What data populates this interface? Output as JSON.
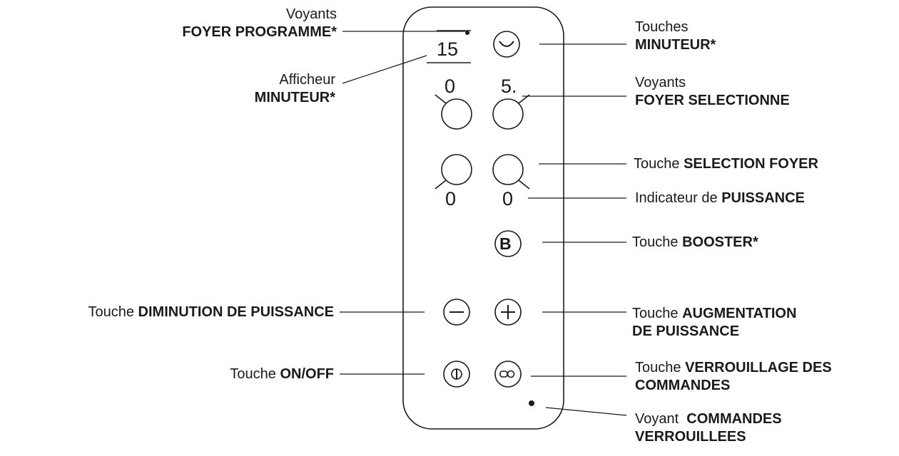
{
  "labels": {
    "foyer_programme_line1": "Voyants",
    "foyer_programme_line2": "FOYER PROGRAMME*",
    "afficheur_line1": "Afficheur",
    "afficheur_line2": "MINUTEUR*",
    "touches_minuteur_line1": "Touches",
    "touches_minuteur_line2": "MINUTEUR*",
    "foyer_selectionne_line1": "Voyants",
    "foyer_selectionne_line2": "FOYER SELECTIONNE",
    "selection_foyer_prefix": "Touche ",
    "selection_foyer_bold": "SELECTION FOYER",
    "puissance_prefix": "Indicateur de ",
    "puissance_bold": "PUISSANCE",
    "booster_prefix": "Touche ",
    "booster_bold": "BOOSTER*",
    "diminution_prefix": "Touche ",
    "diminution_bold": "DIMINUTION DE PUISSANCE",
    "augmentation_prefix": "Touche ",
    "augmentation_bold_line1": "AUGMENTATION",
    "augmentation_bold_line2": "DE PUISSANCE",
    "onoff_prefix": "Touche ",
    "onoff_bold": "ON/OFF",
    "verrouillage_prefix": "Touche ",
    "verrouillage_bold_line1": "VERROUILLAGE DES",
    "verrouillage_bold_line2": "COMMANDES",
    "voyant_commandes_prefix": "Voyant  ",
    "voyant_commandes_bold_line1": "COMMANDES",
    "voyant_commandes_bold_line2": "VERROUILLEES"
  },
  "panel": {
    "timer_display": "15",
    "zone_top_left": "0",
    "zone_top_right": "5.",
    "power_left": "0",
    "power_right": "0",
    "booster_letter": "B"
  }
}
